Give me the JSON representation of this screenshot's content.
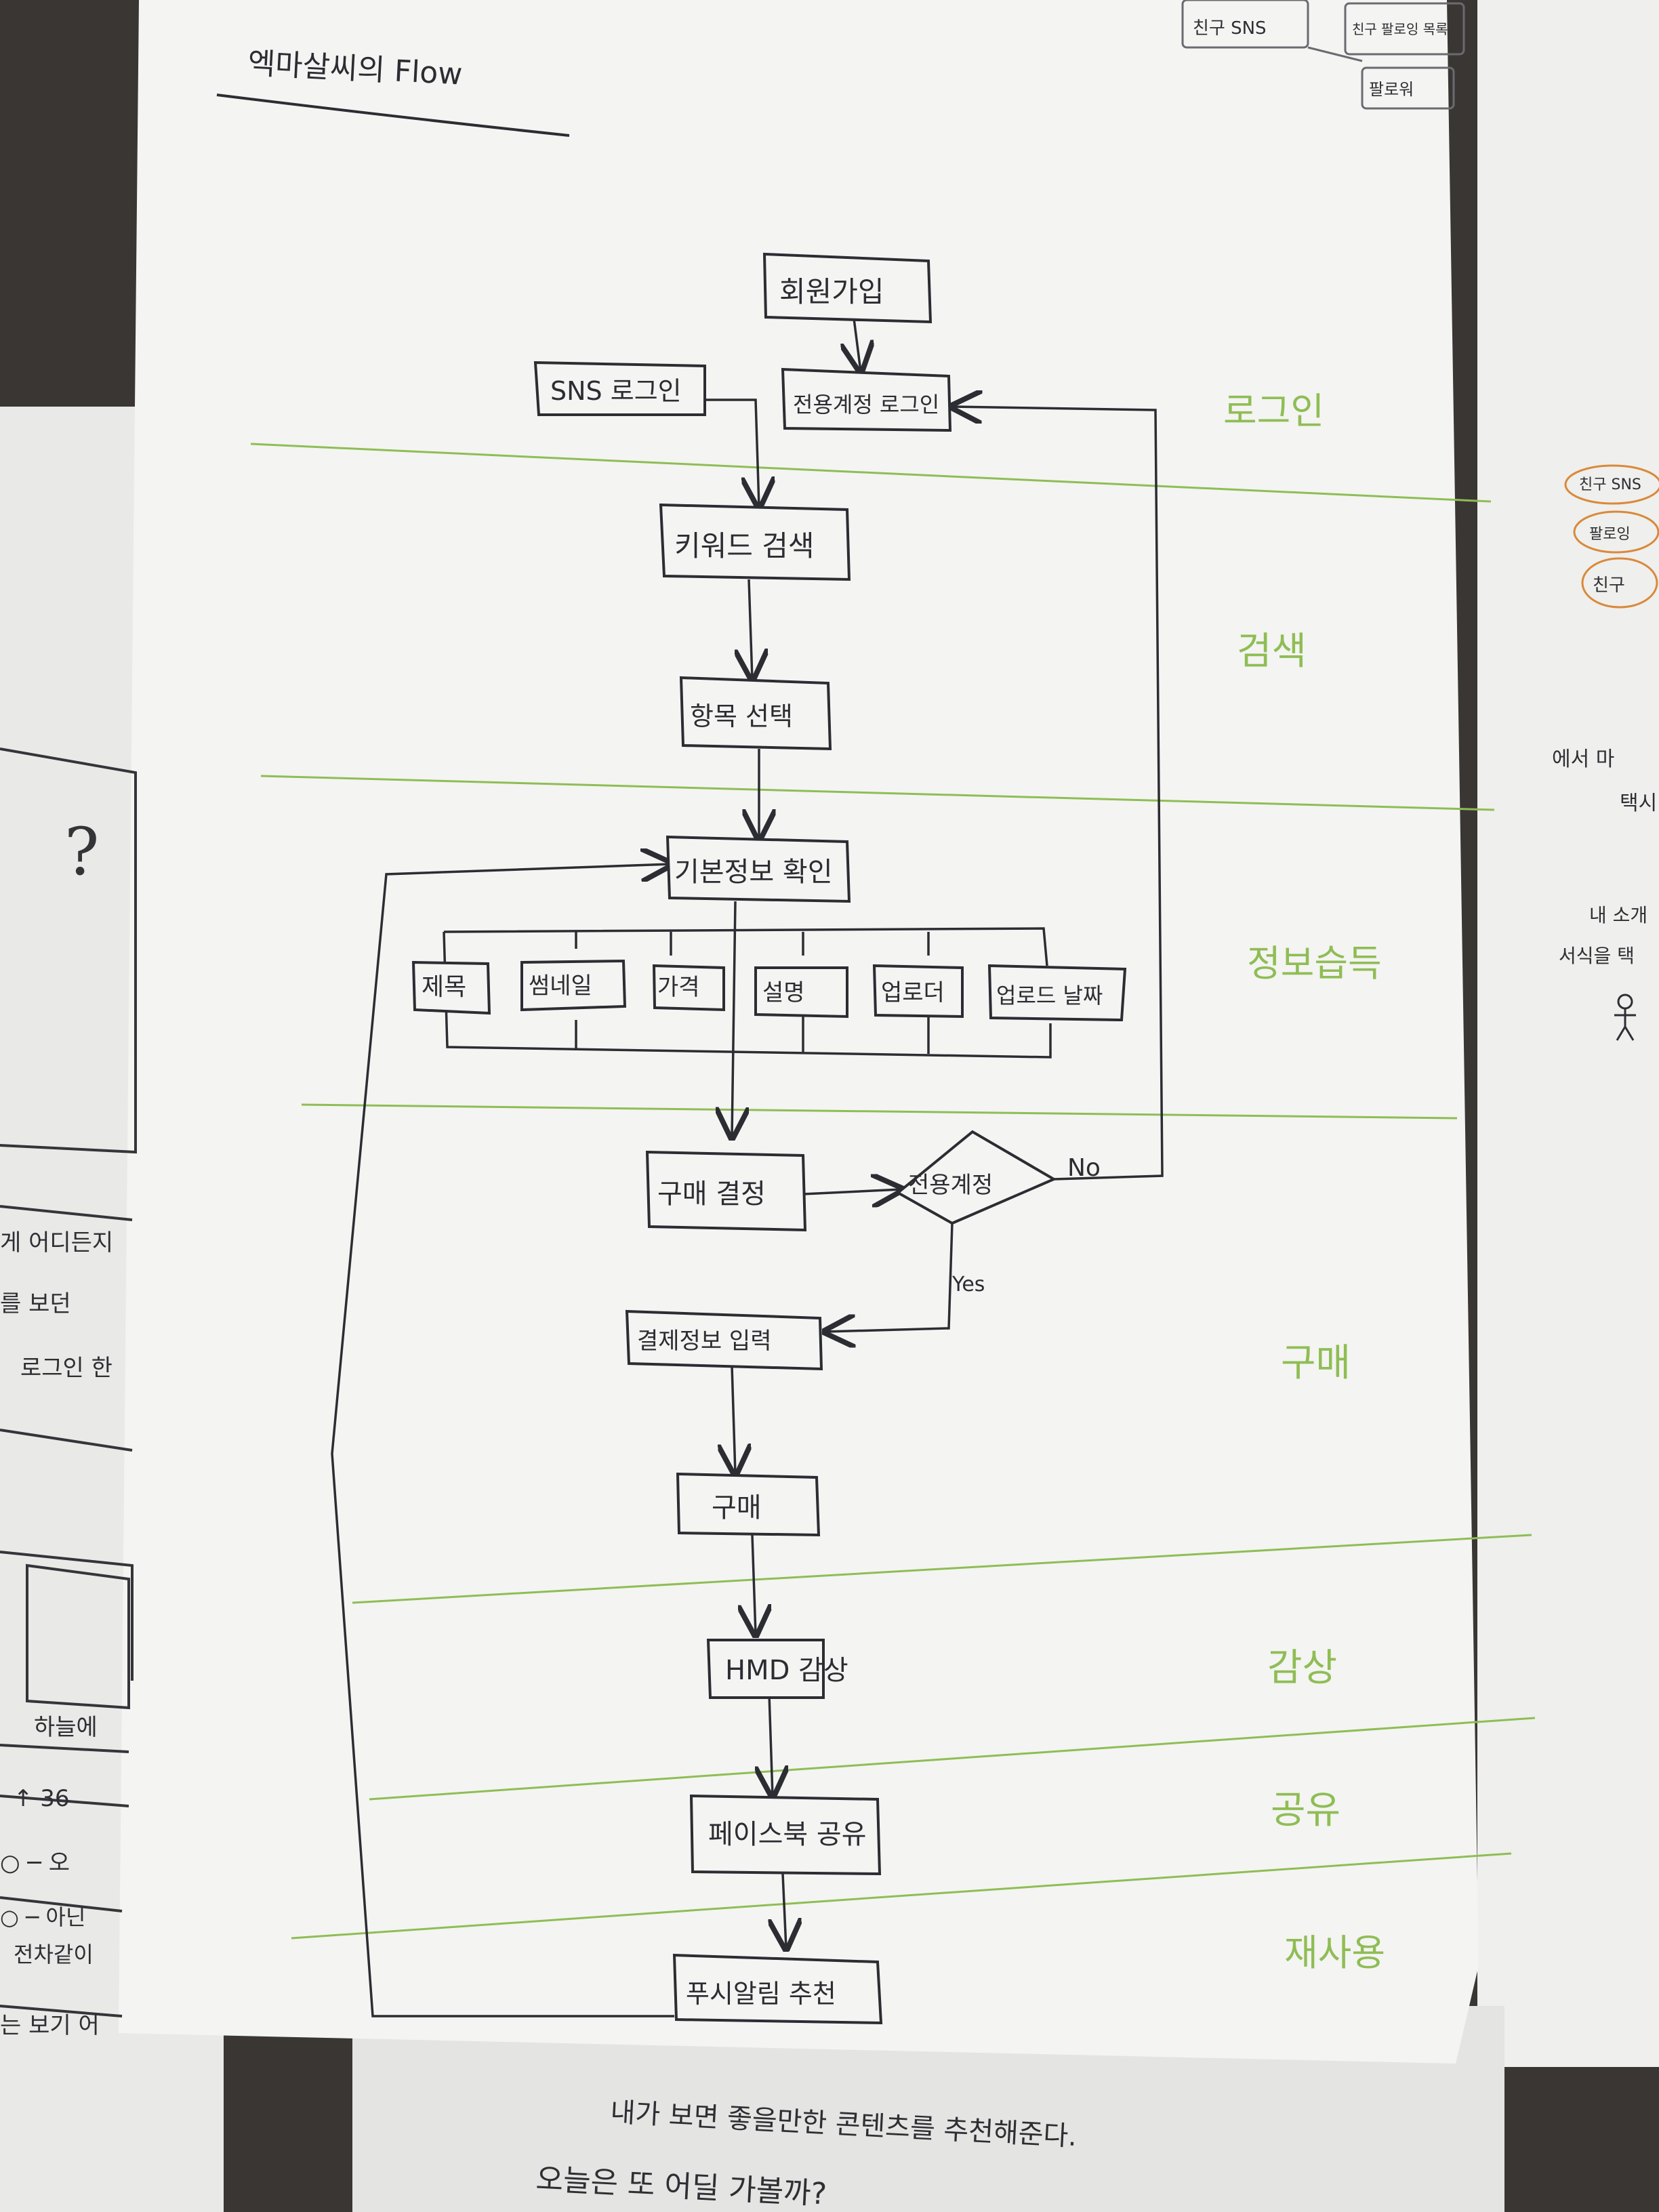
{
  "title": "엑마살씨의 Flow",
  "lanes": [
    "로그인",
    "검색",
    "정보습득",
    "구매",
    "감상",
    "공유",
    "재사용"
  ],
  "nodes": {
    "signup": "회원가입",
    "sns_login": "SNS 로그인",
    "account_login": "전용계정 로그인",
    "keyword_search": "키워드 검색",
    "select_item": "항목 선택",
    "basic_info": "기본정보 확인",
    "info_items": [
      "제목",
      "썸네일",
      "가격",
      "설명",
      "업로더",
      "업로드 날짜"
    ],
    "purchase_decision": "구매 결정",
    "account_check": "전용계정",
    "payment_info": "결제정보 입력",
    "purchase": "구매",
    "hmd_view": "HMD 감상",
    "facebook_share": "페이스북 공유",
    "push_recommend": "푸시알림 추천"
  },
  "edge_labels": {
    "no": "No",
    "yes": "Yes"
  },
  "background": {
    "top_right_notes": [
      "친구 SNS",
      "친구 팔로잉 목록",
      "팔로워"
    ],
    "right_notes": [
      "친구 SNS",
      "팔로잉",
      "친구"
    ],
    "right_text": [
      "에서 마",
      "택시",
      "내 소개",
      "서식을 택",
      "?"
    ],
    "left_text": [
      "게 어디든지",
      "를 보던",
      "로그인 한",
      "하늘에",
      "↑ 36",
      "○ ─ 오",
      "○ ─ 아닌",
      "전차같이",
      "는 보기 어"
    ],
    "bottom_text": [
      "내가 보면 좋을만한 콘텐츠를 추천해준다.",
      "오늘은 또 어딜 가볼까?"
    ]
  },
  "colors": {
    "ink": "#2c2c33",
    "lane_line": "#8fbd55",
    "paper": "#f2f2f0"
  }
}
